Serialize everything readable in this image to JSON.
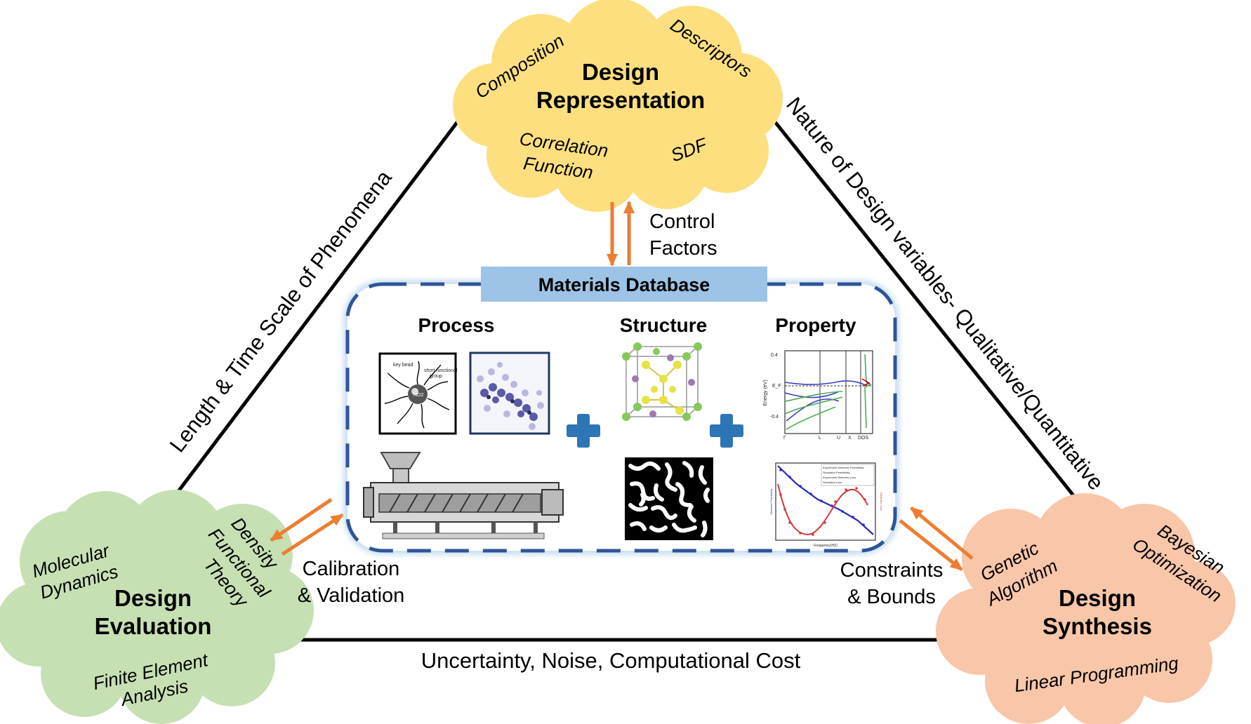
{
  "clouds": {
    "representation": {
      "title_line1": "Design",
      "title_line2": "Representation",
      "terms": [
        "Composition",
        "Descriptors",
        "Correlation",
        "Function",
        "SDF"
      ],
      "color": "#fddf7f"
    },
    "evaluation": {
      "title_line1": "Design",
      "title_line2": "Evaluation",
      "terms": [
        "Molecular",
        "Dynamics",
        "Density",
        "Functional",
        "Theory",
        "Finite Element",
        "Analysis"
      ],
      "color": "#c6e0b4"
    },
    "synthesis": {
      "title_line1": "Design",
      "title_line2": "Synthesis",
      "terms": [
        "Genetic",
        "Algorithm",
        "Bayesian",
        "Optimization",
        "Linear Programming"
      ],
      "color": "#f8c6a8"
    }
  },
  "edges": {
    "left": "Length & Time Scale of Phenomena",
    "right": "Nature of Design variables- Qualitative/Quantitative",
    "bottom": "Uncertainty, Noise, Computational Cost"
  },
  "links": {
    "control": [
      "Control",
      "Factors"
    ],
    "calibration": [
      "Calibration",
      "& Validation"
    ],
    "constraints": [
      "Constraints",
      "& Bounds"
    ]
  },
  "database": {
    "title": "Materials Database",
    "columns": [
      "Process",
      "Structure",
      "Property"
    ],
    "plus": "+"
  },
  "thumbs": {
    "nanoparticle": [
      "key bead",
      "short functional",
      "group",
      "NO2"
    ],
    "band": {
      "y_ticks": [
        "0.4",
        "E_F",
        "-0.4"
      ],
      "y_axis": "Energy (eV)",
      "x_ticks": [
        "Γ",
        "L",
        "U",
        "X",
        "DOS"
      ]
    },
    "dielectric": {
      "legend": [
        "Experiment Dielectric Permittivity",
        "Simulated Permittivity",
        "Experiment Dielectric Loss",
        "Simulated Loss"
      ],
      "x_axis": "Frequency(HZ)",
      "y_left": "Dielectric Permittivity",
      "y_right": "Dielectric Loss"
    }
  },
  "colors": {
    "arrow": "#000000",
    "accent_arrow": "#ed7d31",
    "db_border": "#2e5597",
    "db_header": "#9dc3e6",
    "plus": "#2e75b6"
  }
}
